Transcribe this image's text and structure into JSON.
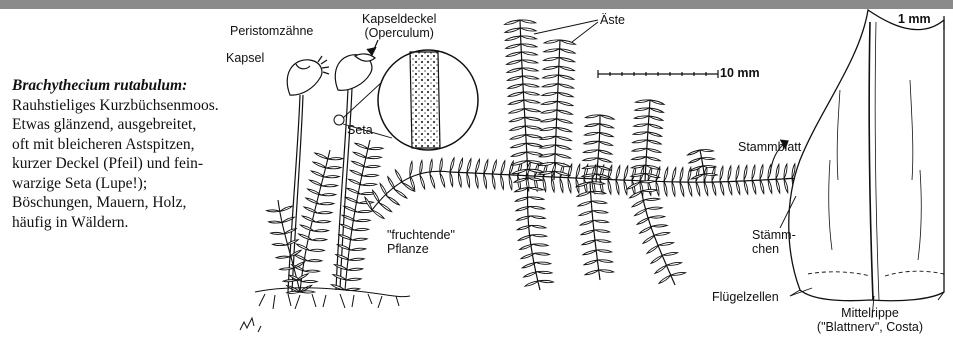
{
  "description": {
    "species": "Brachythecium rutabulum:",
    "lines": [
      "Rauhstieliges Kurzbüchsenmoos.",
      "Etwas glänzend, ausgebreitet,",
      "oft mit bleicheren Astspitzen,",
      "kurzer Deckel (Pfeil) und fein-",
      "warzige Seta (Lupe!);",
      "Böschungen, Mauern, Holz,",
      "häufig in Wäldern."
    ]
  },
  "labels": {
    "peristom": "Peristomzähne",
    "kapsel": "Kapsel",
    "kapseldeckel_1": "Kapseldeckel",
    "kapseldeckel_2": "(Operculum)",
    "seta": "Seta",
    "aeste": "Äste",
    "scale_10": "10 mm",
    "scale_1": "1 mm",
    "stammblatt": "Stammblatt",
    "fruchtende_1": "\"fruchtende\"",
    "fruchtende_2": "Pflanze",
    "staemmchen_1": "Stämm-",
    "staemmchen_2": "chen",
    "fluegelzellen": "Flügelzellen",
    "mittelrippe_1": "Mittelrippe",
    "mittelrippe_2": "(\"Blattnerv\", Costa)"
  },
  "colors": {
    "topbar": "#8a8a8a",
    "ink": "#111111"
  }
}
